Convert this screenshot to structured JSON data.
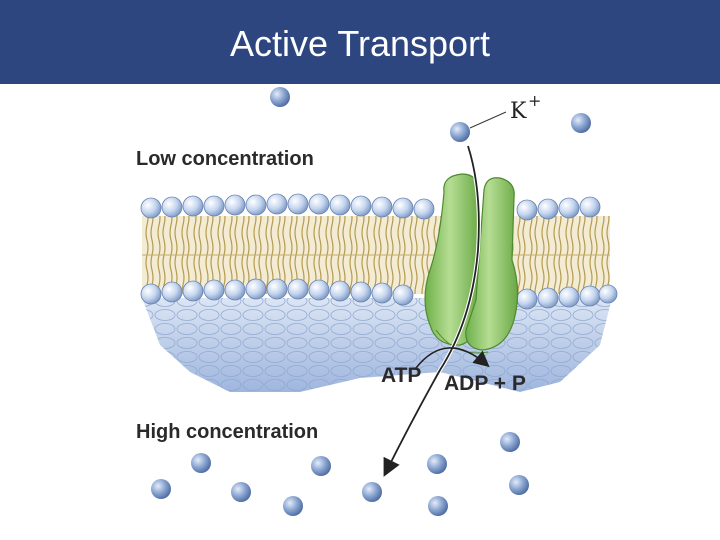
{
  "title": "Active Transport",
  "labels": {
    "low": "Low concentration",
    "high": "High concentration",
    "atp": "ATP",
    "adp_p": "ADP + P",
    "ion": "K",
    "ion_charge": "+"
  },
  "colors": {
    "title_bar": "#2e4680",
    "protein": "#8fc86a",
    "lipid_head": "#b9cdea",
    "ion": "#6f8fc4",
    "cytoplasm": "#b3c6e6"
  }
}
